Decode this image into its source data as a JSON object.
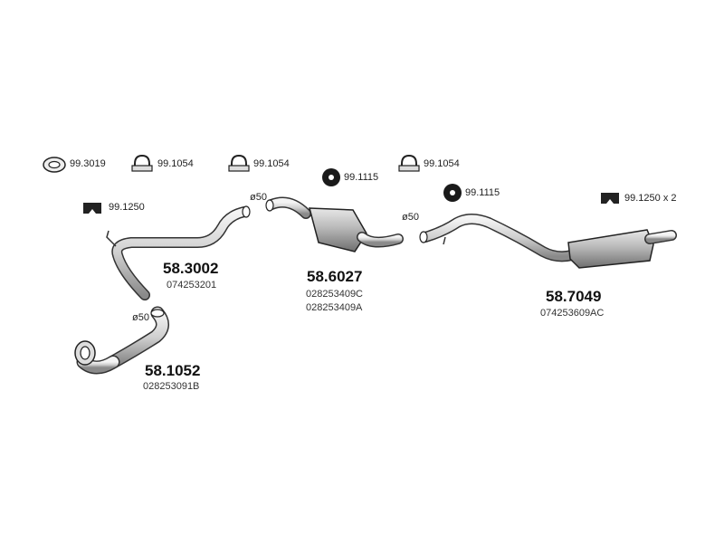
{
  "accessories": {
    "gasket_1": "99.3019",
    "clamp_1": "99.1054",
    "clamp_2": "99.1054",
    "clamp_3": "99.1054",
    "mount_1": "99.1115",
    "mount_2": "99.1115",
    "hanger_1": "99.1250",
    "hanger_2": "99.1250 x 2"
  },
  "parts": {
    "front_pipe": {
      "number": "58.1052",
      "ref": "028253091B",
      "diameter": "ø50"
    },
    "middle_pipe": {
      "number": "58.3002",
      "ref": "074253201"
    },
    "middle_silencer": {
      "number": "58.6027",
      "refs": [
        "028253409C",
        "028253409A"
      ],
      "diameter": "ø50"
    },
    "rear_silencer": {
      "number": "58.7049",
      "ref": "074253609AC",
      "diameter": "ø50"
    }
  }
}
